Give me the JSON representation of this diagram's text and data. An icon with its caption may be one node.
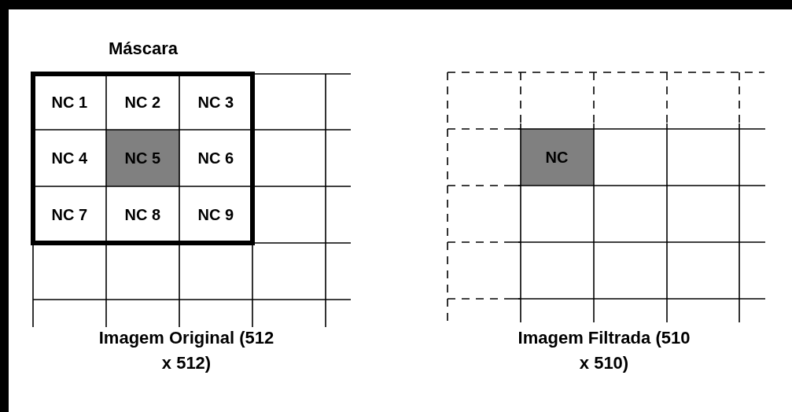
{
  "diagram": {
    "labels": [
      "Máscara",
      "NC 1",
      "NC 2",
      "NC 3",
      "NC 4",
      "NC 5",
      "NC 6",
      "NC 7",
      "NC 8",
      "NC 9",
      "NC",
      "Imagem Original (512 x 512)",
      "Imagem Filtrada (510 x 510)"
    ]
  }
}
